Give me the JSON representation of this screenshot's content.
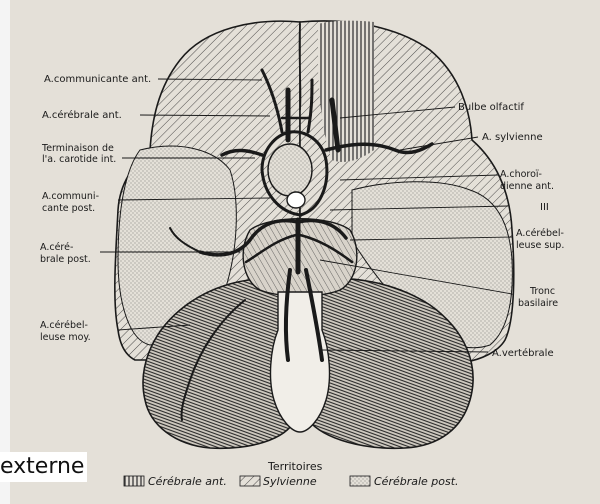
{
  "labels": {
    "communicante_ant": "A.communicante ant.",
    "cerebrale_ant": "A.cérébrale ant.",
    "terminaison_1": "Terminaison de",
    "terminaison_2": "l'a. carotide int.",
    "communicante_post_1": "A.communi-",
    "communicante_post_2": "cante post.",
    "cerebrale_post_1": "A.céré-",
    "cerebrale_post_2": "brale post.",
    "cerebelleuse_moy_1": "A.cérébel-",
    "cerebelleuse_moy_2": "leuse moy.",
    "bulbe_olfactif": "Bulbe olfactif",
    "sylvienne": "A. sylvienne",
    "choroidienne_1": "A.choroï-",
    "choroidienne_2": "dienne ant.",
    "nerf_iii": "III",
    "cerebelleuse_sup_1": "A.cérébel-",
    "cerebelleuse_sup_2": "leuse sup.",
    "tronc_1": "Tronc",
    "tronc_2": "basilaire",
    "vertebrale": "A.vertébrale"
  },
  "legend": {
    "title": "Territoires",
    "items": [
      {
        "label": "Cérébrale ant.",
        "pattern": "vertical-lines"
      },
      {
        "label": "Sylvienne",
        "pattern": "diagonal-lines"
      },
      {
        "label": "Cérébrale post.",
        "pattern": "stipple"
      }
    ]
  },
  "caption": "externe",
  "colors": {
    "paper": "#e4e0d8",
    "ink": "#1a1a1a"
  }
}
